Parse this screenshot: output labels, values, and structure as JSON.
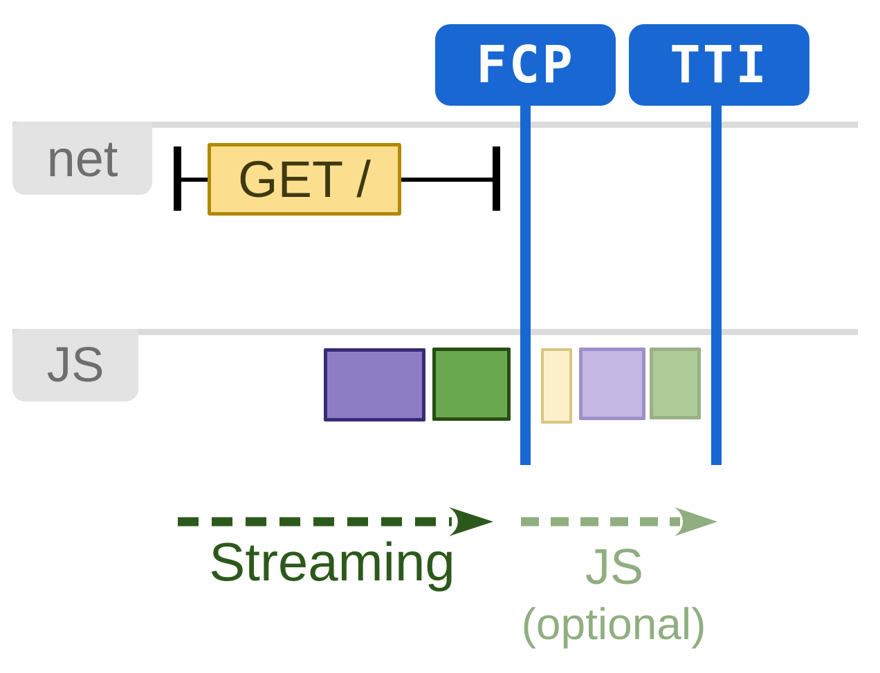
{
  "markers": [
    {
      "id": "fcp",
      "label": "FCP"
    },
    {
      "id": "tti",
      "label": "TTI"
    }
  ],
  "tracks": [
    {
      "id": "net",
      "label": "net"
    },
    {
      "id": "js",
      "label": "JS"
    }
  ],
  "net_request": {
    "label": "GET /"
  },
  "js_blocks": [
    {
      "name": "js-block-main-purple",
      "fill": "#8C7DC4",
      "border": "#392A75"
    },
    {
      "name": "js-block-main-green",
      "fill": "#6AA84F",
      "border": "#264E13"
    },
    {
      "name": "js-block-opt-yellow",
      "fill": "#FCF1CA",
      "border": "#DCC47E"
    },
    {
      "name": "js-block-opt-lavender",
      "fill": "#C4B7E2",
      "border": "#9D8FC9"
    },
    {
      "name": "js-block-opt-sage",
      "fill": "#ACCB97",
      "border": "#98B187"
    }
  ],
  "phases": [
    {
      "id": "streaming",
      "label": "Streaming",
      "sublabel": "",
      "color": "#2C591B"
    },
    {
      "id": "js-optional",
      "label": "JS",
      "sublabel": "(optional)",
      "color": "#90AE80"
    }
  ],
  "colors": {
    "marker_blue": "#1967D2",
    "track_line_gray": "#DBDBDB",
    "tab_gray": "#E3E3E3",
    "tab_text_gray": "#6E6E6E",
    "request_fill": "#FBDF8F",
    "request_border": "#B18A00",
    "request_text": "#3F3911",
    "whisker_black": "#000000"
  }
}
